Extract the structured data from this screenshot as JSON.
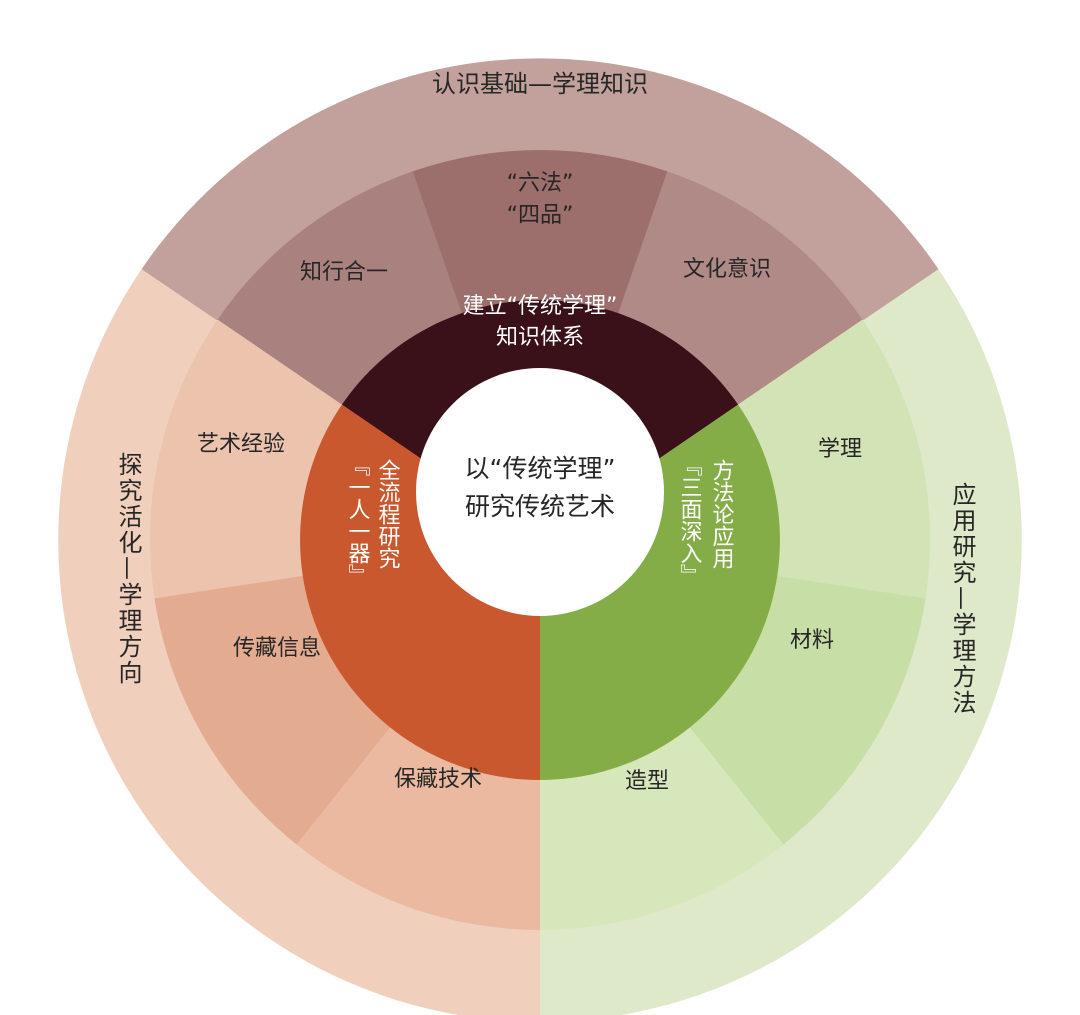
{
  "center": {
    "line1": "以“传统学理”",
    "line2": "研究传统艺术"
  },
  "top": {
    "outer_label": "认识基础—学理知识",
    "inner": {
      "line1": "建立“传统学理”",
      "line2": "知识体系"
    },
    "segments": {
      "left": "知行合一",
      "middle_line1": "“六法”",
      "middle_line2": "“四品”",
      "right": "文化意识"
    }
  },
  "left": {
    "outer_label": "探究活化—学理方向",
    "inner_col1": "全流程研究",
    "inner_col2": "『一人一器』",
    "segments": [
      "艺术经验",
      "传藏信息",
      "保藏技术"
    ]
  },
  "right": {
    "outer_label": "应用研究—学理方法",
    "inner_col1": "方法论应用",
    "inner_col2": "『三面深入』",
    "segments": [
      "学理",
      "材料",
      "造型"
    ]
  },
  "colors": {
    "top_outer": "#c2a19d",
    "top_segments": [
      "#a98280",
      "#9c6f6d",
      "#b08a86"
    ],
    "top_inner": "#3a1019",
    "left_outer": "#f0cfbc",
    "left_segments": [
      "#ecc3ac",
      "#e3ab8f",
      "#eab99f"
    ],
    "left_inner": "#c9582e",
    "right_outer": "#dde9c8",
    "right_segments": [
      "#d2e3b6",
      "#c8dea7",
      "#d7e7bc"
    ],
    "right_inner": "#84ad48",
    "center": "#ffffff"
  }
}
